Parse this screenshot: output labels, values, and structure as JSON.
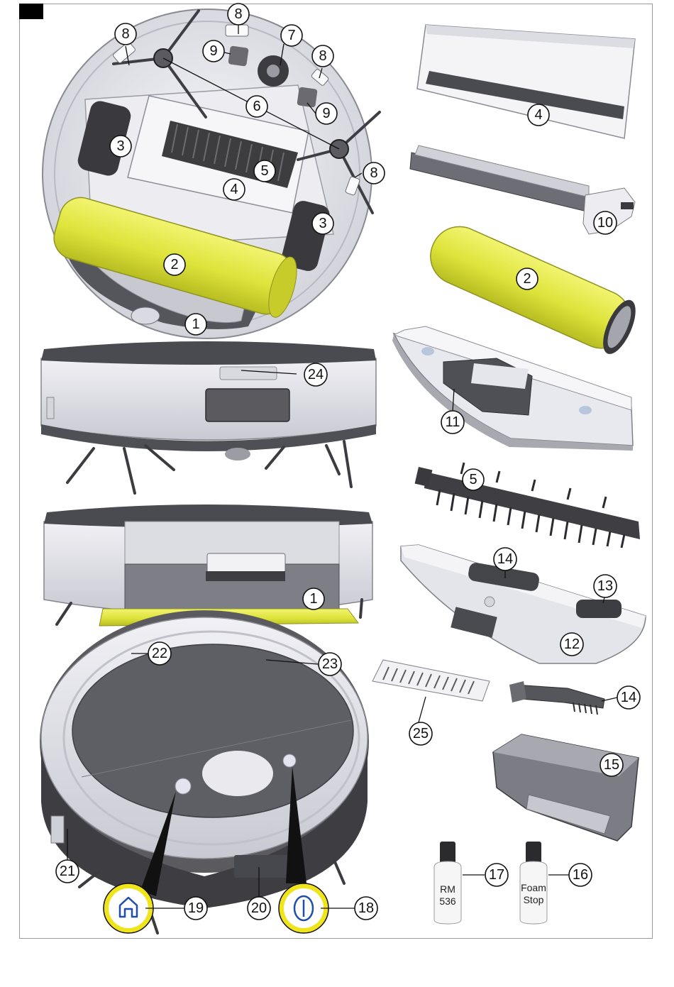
{
  "callouts": {
    "c1a": "1",
    "c1b": "1",
    "c2a": "2",
    "c2b": "2",
    "c3a": "3",
    "c3b": "3",
    "c4a": "4",
    "c4b": "4",
    "c5a": "5",
    "c5b": "5",
    "c6": "6",
    "c7": "7",
    "c8a": "8",
    "c8b": "8",
    "c8c": "8",
    "c8d": "8",
    "c9a": "9",
    "c9b": "9",
    "c10": "10",
    "c11": "11",
    "c12": "12",
    "c13": "13",
    "c14a": "14",
    "c14b": "14",
    "c15": "15",
    "c16": "16",
    "c17": "17",
    "c18": "18",
    "c19": "19",
    "c20": "20",
    "c21": "21",
    "c22": "22",
    "c23": "23",
    "c24": "24",
    "c25": "25"
  },
  "bottles": {
    "rm536_line1": "RM",
    "rm536_line2": "536",
    "foamstop_line1": "Foam",
    "foamstop_line2": "Stop"
  },
  "colors": {
    "roller_yellow": "#e3e84a",
    "body_light": "#e6e6ec",
    "body_mid": "#cfd0d8",
    "dark_grey": "#4f4f53",
    "button_ring": "#f0e41c",
    "button_icon": "#1f4fa8"
  },
  "icons": [
    "home-icon",
    "power-icon"
  ]
}
